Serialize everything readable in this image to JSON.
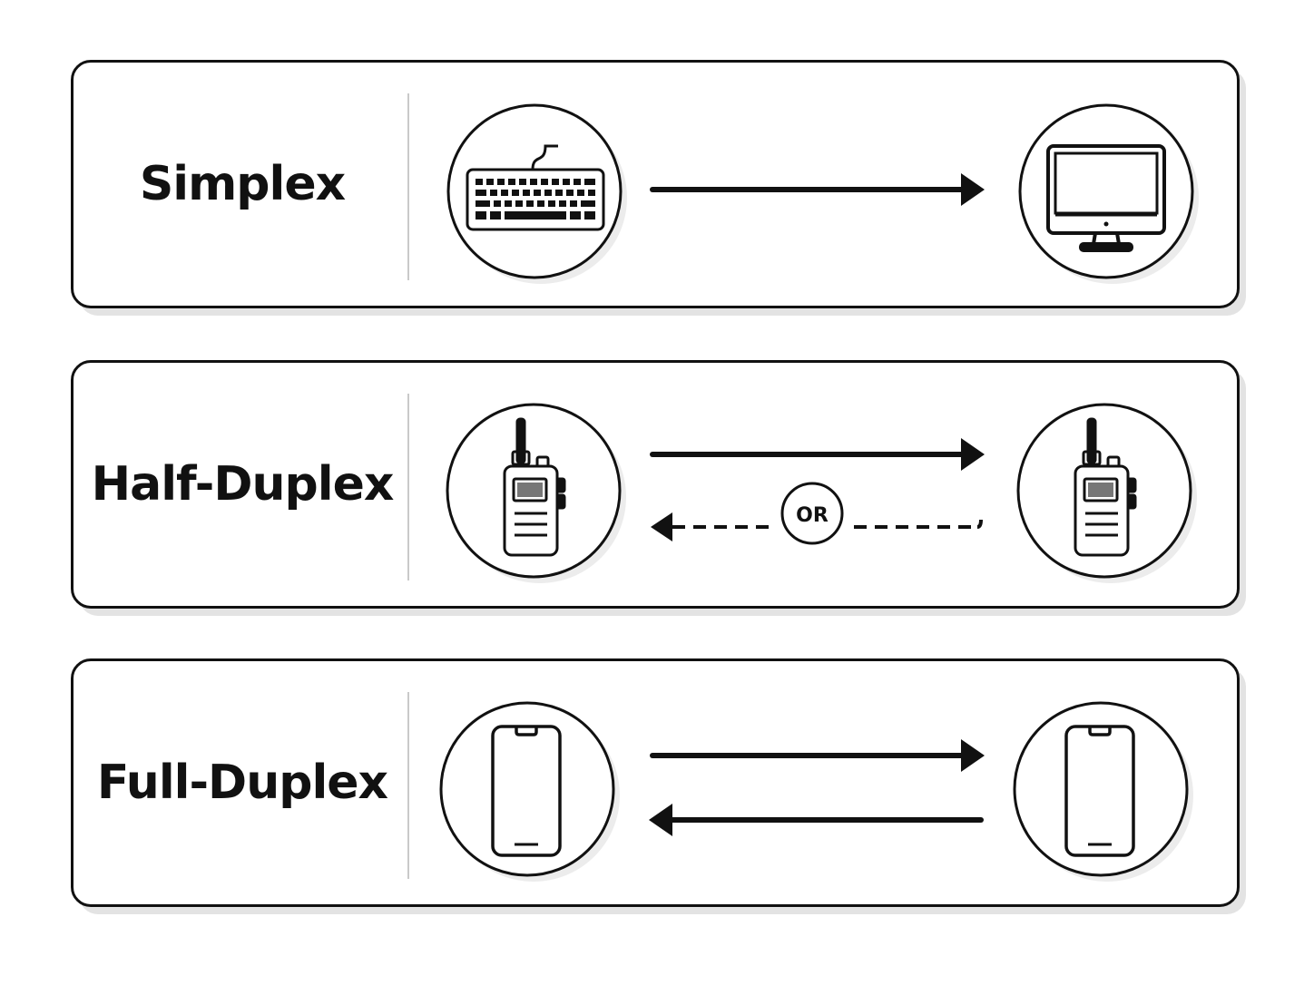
{
  "modes": [
    {
      "label": "Simplex",
      "left_icon": "keyboard-icon",
      "right_icon": "monitor-icon",
      "arrows": [
        "forward-solid"
      ]
    },
    {
      "label": "Half-Duplex",
      "left_icon": "walkie-talkie-icon",
      "right_icon": "walkie-talkie-icon",
      "arrows": [
        "forward-solid",
        "backward-dashed"
      ],
      "or_badge": "OR"
    },
    {
      "label": "Full-Duplex",
      "left_icon": "smartphone-icon",
      "right_icon": "smartphone-icon",
      "arrows": [
        "forward-solid",
        "backward-solid"
      ]
    }
  ],
  "colors": {
    "stroke": "#111111",
    "divider": "#c9c9c9",
    "shadow": "#e3e3e3",
    "background": "#ffffff"
  }
}
